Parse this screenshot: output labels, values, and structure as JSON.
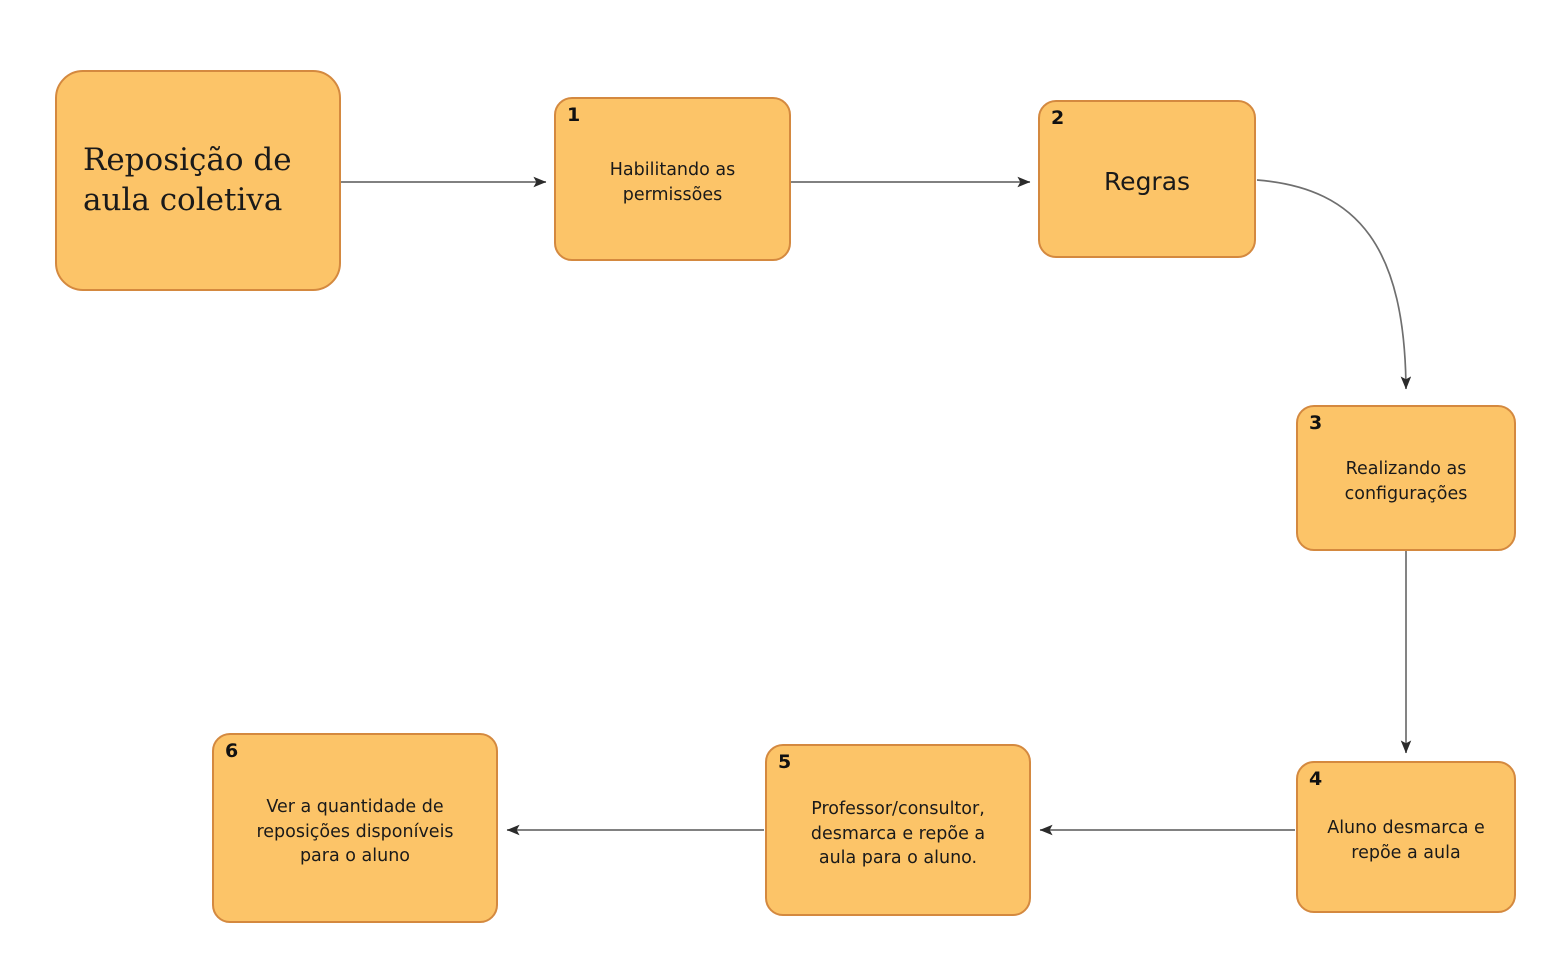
{
  "diagram": {
    "title_node": {
      "label": "Reposição de\naula coletiva"
    },
    "colors": {
      "node_fill": "#fcc468",
      "node_border": "#d4893f",
      "text": "#1a1a1a",
      "connector": "#6f6f6f",
      "arrowhead": "#2b2b2b",
      "background": "#ffffff"
    },
    "steps": [
      {
        "number": "1",
        "label": "Habilitando as\npermissões"
      },
      {
        "number": "2",
        "label": "Regras"
      },
      {
        "number": "3",
        "label": "Realizando as\nconfigurações"
      },
      {
        "number": "4",
        "label": "Aluno desmarca e\nrepõe a aula"
      },
      {
        "number": "5",
        "label": "Professor/consultor,\ndesmarca e repõe a\naula para o aluno."
      },
      {
        "number": "6",
        "label": "Ver a quantidade de\nreposições disponíveis\npara o aluno"
      }
    ],
    "connectors": [
      {
        "name": "title-to-step1",
        "from": "title",
        "to": "1",
        "shape": "straight",
        "direction": "right"
      },
      {
        "name": "step1-to-step2",
        "from": "1",
        "to": "2",
        "shape": "straight",
        "direction": "right"
      },
      {
        "name": "step2-to-step3",
        "from": "2",
        "to": "3",
        "shape": "curved",
        "direction": "down"
      },
      {
        "name": "step3-to-step4",
        "from": "3",
        "to": "4",
        "shape": "straight",
        "direction": "down"
      },
      {
        "name": "step4-to-step5",
        "from": "4",
        "to": "5",
        "shape": "straight",
        "direction": "left"
      },
      {
        "name": "step5-to-step6",
        "from": "5",
        "to": "6",
        "shape": "straight",
        "direction": "left"
      }
    ]
  }
}
